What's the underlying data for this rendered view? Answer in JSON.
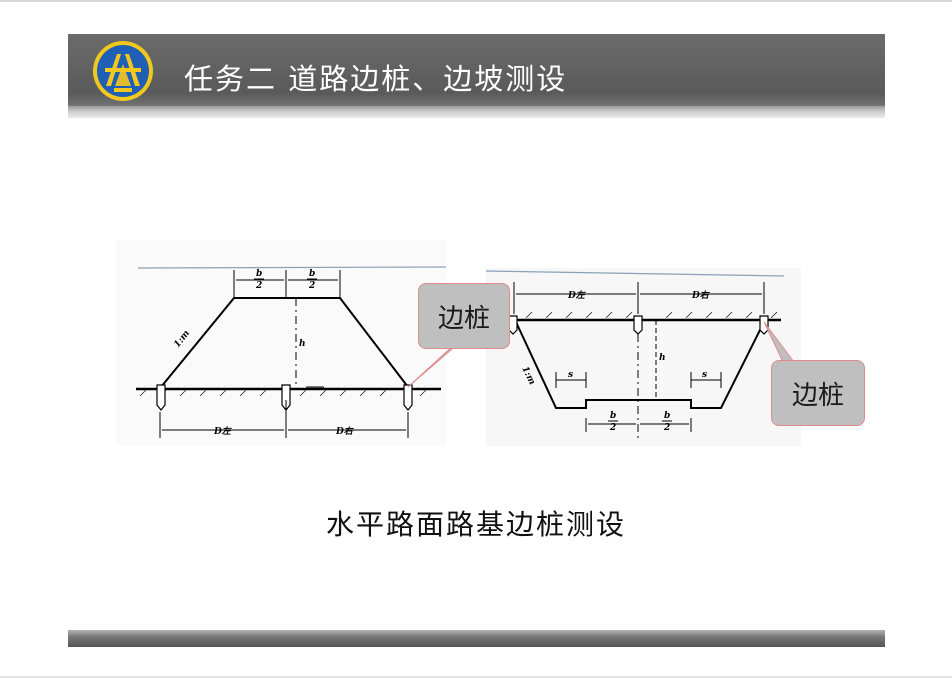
{
  "slide": {
    "title": "任务二  道路边桩、边坡测设",
    "caption": "水平路面路基边桩测设"
  },
  "callouts": {
    "left": "边桩",
    "right": "边桩"
  },
  "diagram_left": {
    "top_half_label_1": "b/2",
    "top_half_label_2": "b/2",
    "slope_label": "1:m",
    "height_label": "h",
    "d_left": "D左",
    "d_right": "D右"
  },
  "diagram_right": {
    "d_left": "D左",
    "d_right": "D右",
    "slope_label": "1:m",
    "height_label": "h",
    "s_left": "s",
    "s_right": "s",
    "bottom_half_label_1": "b/2",
    "bottom_half_label_2": "b/2"
  },
  "colors": {
    "header": "#5f5f5f",
    "callout_fill": "#bfbfbf",
    "callout_border": "#e08b8b",
    "logo_blue": "#1f5fb5",
    "logo_yellow": "#f2c81e"
  }
}
